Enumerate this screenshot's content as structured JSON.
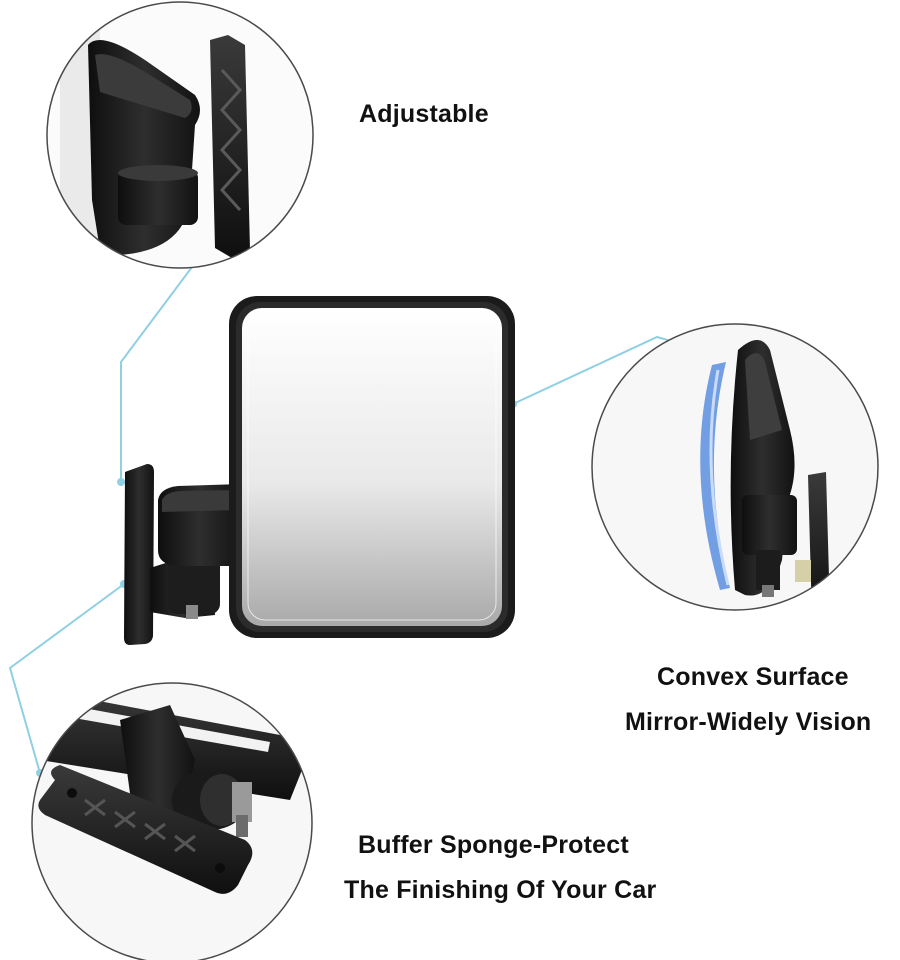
{
  "callouts": {
    "adjustable": "Adjustable",
    "convex_line1": "Convex Surface",
    "convex_line2": "Mirror-Widely Vision",
    "buffer_line1": "Buffer Sponge-Protect",
    "buffer_line2": "The Finishing Of Your Car"
  },
  "colors": {
    "callout_line": "#8fd0e3",
    "mirror_frame": "#1b1b1b",
    "circle_border": "#4a4a4a",
    "convex_highlight": "#5a8ee0"
  },
  "icons": {
    "main": "side-mirror-product",
    "detail_top": "adjustable-hinge-detail",
    "detail_right": "convex-mirror-side-detail",
    "detail_bottom": "buffer-sponge-bracket-detail"
  }
}
